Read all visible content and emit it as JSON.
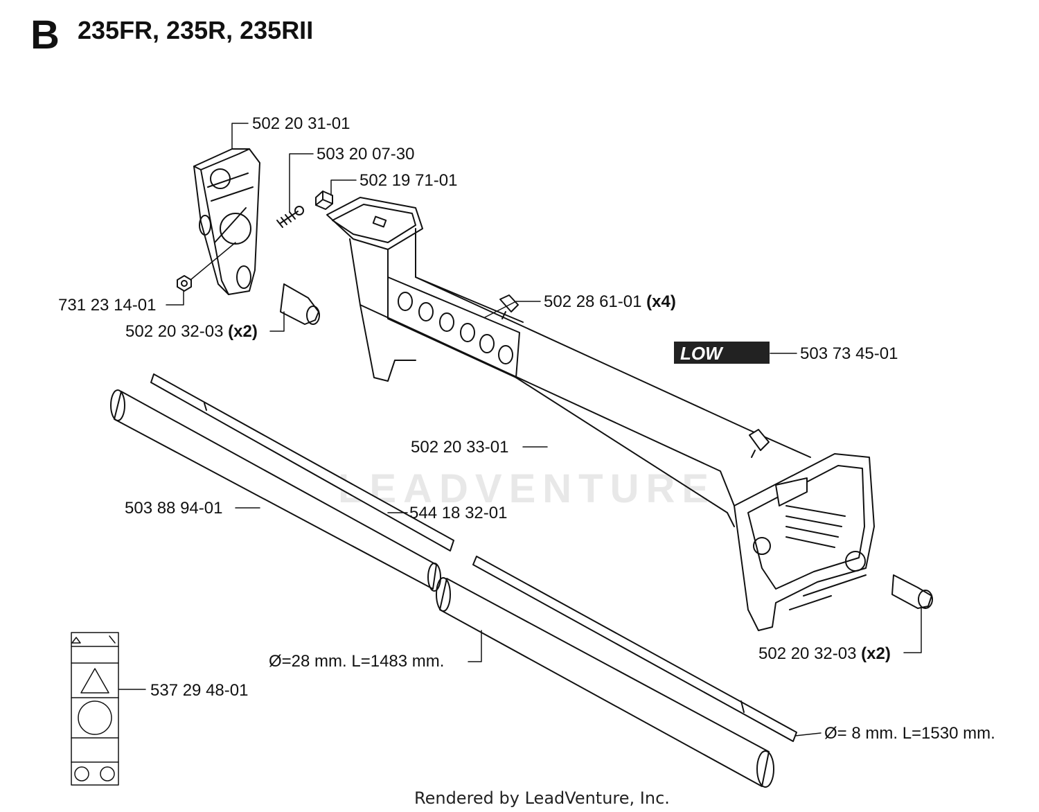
{
  "header": {
    "section": "B",
    "models": "235FR, 235R, 235RII"
  },
  "watermark": "LEADVENTURE",
  "parts": [
    {
      "number": "502 20 31-01",
      "qty": ""
    },
    {
      "number": "503 20 07-30",
      "qty": ""
    },
    {
      "number": "502 19 71-01",
      "qty": ""
    },
    {
      "number": "731 23 14-01",
      "qty": ""
    },
    {
      "number": "502 20 32-03",
      "qty": "(x2)"
    },
    {
      "number": "502 28 61-01",
      "qty": "(x4)"
    },
    {
      "number": "503 73 45-01",
      "qty": ""
    },
    {
      "number": "502 20 33-01",
      "qty": ""
    },
    {
      "number": "503 88 94-01",
      "qty": ""
    },
    {
      "number": "544 18 32-01",
      "qty": ""
    },
    {
      "number": "502 20 32-03",
      "qty": "(x2)"
    },
    {
      "number": "537 29 48-01",
      "qty": ""
    }
  ],
  "dimensions": [
    {
      "text": "Ø=28 mm. L=1483 mm."
    },
    {
      "text": "Ø= 8 mm. L=1530 mm."
    }
  ],
  "decal_text": "LOW",
  "footer": "Rendered by LeadVenture, Inc."
}
